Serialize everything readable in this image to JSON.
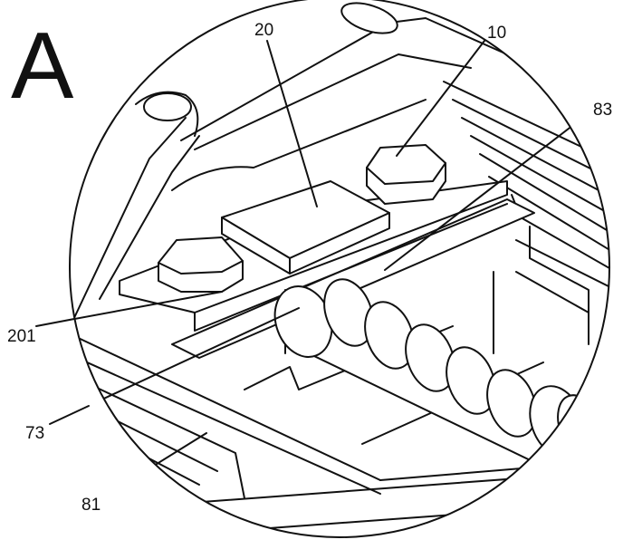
{
  "figure": {
    "panel_letter": "A",
    "labels": {
      "part_20": "20",
      "part_10": "10",
      "part_83": "83",
      "part_201": "201",
      "part_73": "73",
      "part_81": "81"
    },
    "line_color": "#111111",
    "background": "#ffffff"
  }
}
